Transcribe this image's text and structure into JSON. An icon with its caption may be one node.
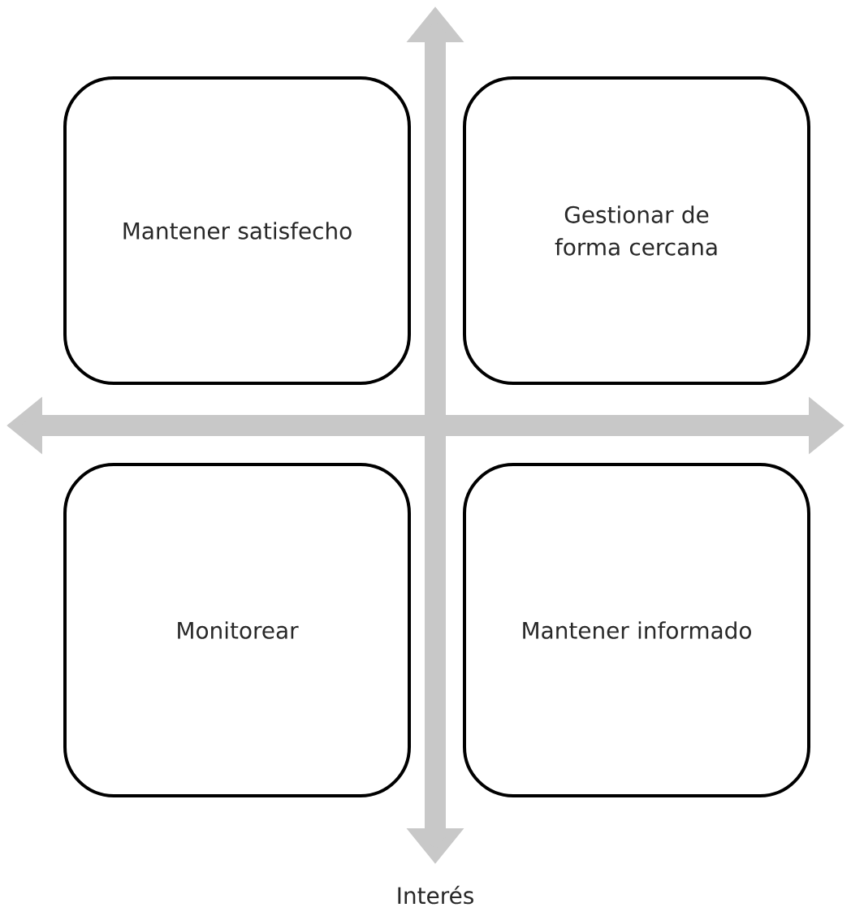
{
  "diagram": {
    "nodes": [
      {
        "text": [
          "Mantener satisfecho"
        ]
      },
      {
        "text": [
          "Gestionar de forma cercana"
        ]
      },
      {
        "text": [
          "Monitorear"
        ]
      },
      {
        "text": [
          "Mantener informado"
        ]
      }
    ],
    "labels": [
      "Interés"
    ]
  }
}
